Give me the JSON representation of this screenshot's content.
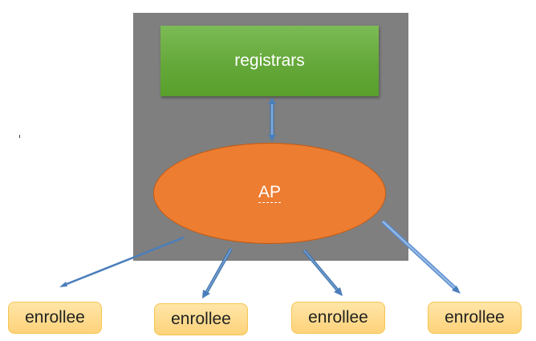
{
  "registrars": {
    "label": "registrars"
  },
  "ap": {
    "label": "AP"
  },
  "enrollees": [
    {
      "label": "enrollee"
    },
    {
      "label": "enrollee"
    },
    {
      "label": "enrollee"
    },
    {
      "label": "enrollee"
    }
  ],
  "colors": {
    "panel": "#7f7f7f",
    "registrars_fill": "#65a83a",
    "ap_fill": "#ed7d31",
    "enrollee_fill": "#fed27a",
    "arrow": "#4a7ebb"
  }
}
